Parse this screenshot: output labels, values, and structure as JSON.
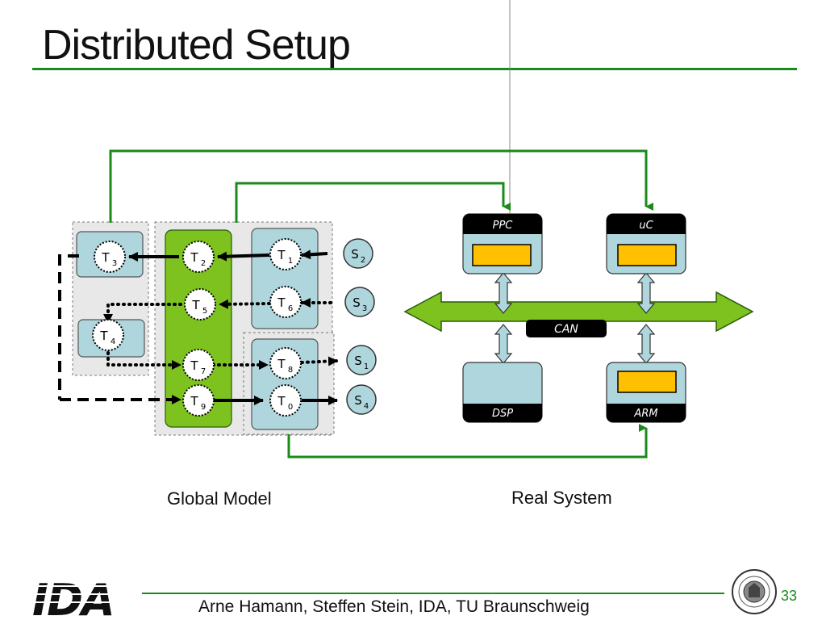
{
  "slide": {
    "title": "Distributed Setup",
    "captions": {
      "global_model": "Global Model",
      "real_system": "Real System"
    },
    "footer": {
      "authors": "Arne Hamann, Steffen Stein, IDA, TU Braunschweig",
      "page": "33",
      "logo_text": "IDA"
    }
  },
  "tasks": [
    {
      "id": "T3",
      "label": "T",
      "sub": "3"
    },
    {
      "id": "T2",
      "label": "T",
      "sub": "2"
    },
    {
      "id": "T1",
      "label": "T",
      "sub": "1"
    },
    {
      "id": "T5",
      "label": "T",
      "sub": "5"
    },
    {
      "id": "T6",
      "label": "T",
      "sub": "6"
    },
    {
      "id": "T4",
      "label": "T",
      "sub": "4"
    },
    {
      "id": "T7",
      "label": "T",
      "sub": "7"
    },
    {
      "id": "T8",
      "label": "T",
      "sub": "8"
    },
    {
      "id": "T9",
      "label": "T",
      "sub": "9"
    },
    {
      "id": "T0",
      "label": "T",
      "sub": "0"
    }
  ],
  "sources": [
    {
      "id": "S2",
      "label": "S",
      "sub": "2"
    },
    {
      "id": "S3",
      "label": "S",
      "sub": "3"
    },
    {
      "id": "S1",
      "label": "S",
      "sub": "1"
    },
    {
      "id": "S4",
      "label": "S",
      "sub": "4"
    }
  ],
  "real_system": {
    "bus": "CAN",
    "nodes": [
      {
        "id": "ppc",
        "label": "PPC"
      },
      {
        "id": "uc",
        "label": "uC"
      },
      {
        "id": "dsp",
        "label": "DSP"
      },
      {
        "id": "arm",
        "label": "ARM"
      }
    ]
  },
  "colors": {
    "green_line": "#1a8a1a",
    "lime": "#7dc21e",
    "light_blue": "#aed6dc",
    "gray_box": "#e6e6e6",
    "cpu_yellow": "#ffc000"
  }
}
